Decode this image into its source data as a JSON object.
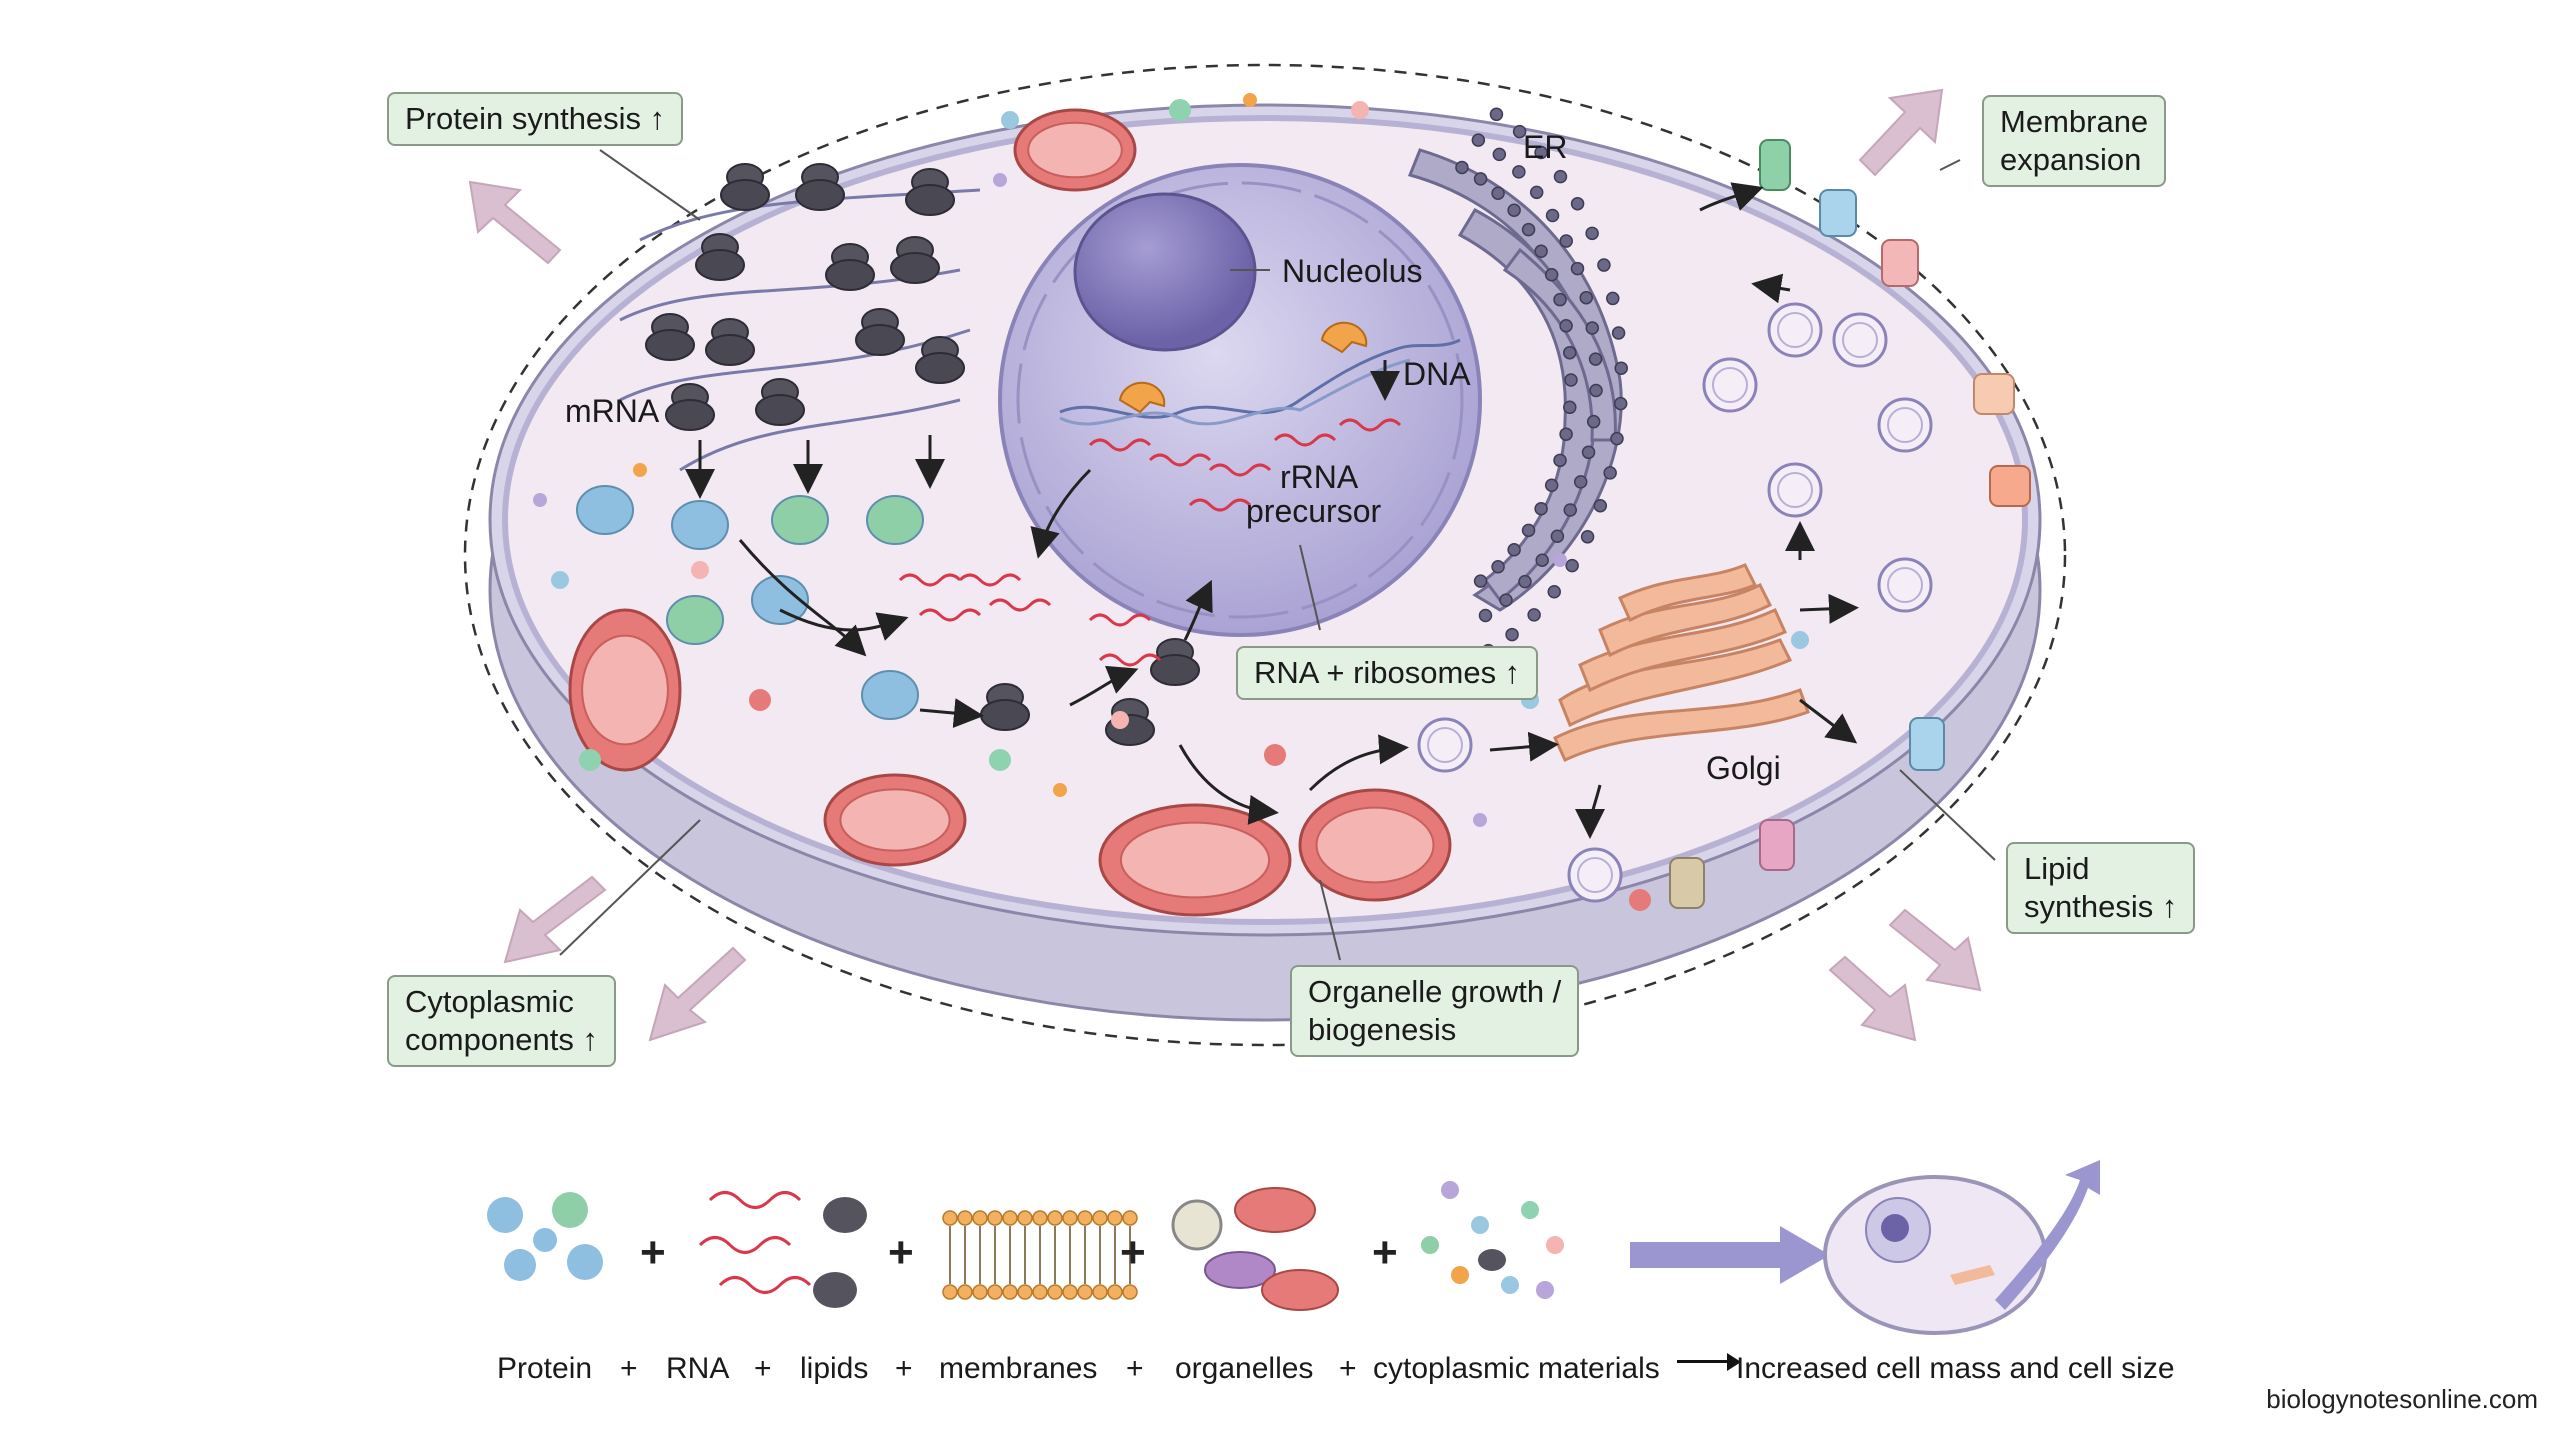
{
  "labels": {
    "nucleolus": "Nucleolus",
    "dna": "DNA",
    "er": "ER",
    "mrna": "mRNA",
    "rrna_precursor_1": "rRNA",
    "rrna_precursor_2": "precursor",
    "golgi": "Golgi"
  },
  "callouts": {
    "protein_synthesis": "Protein synthesis ↑",
    "membrane_expansion_1": "Membrane",
    "membrane_expansion_2": "expansion",
    "rna_ribosomes": "RNA + ribosomes ↑",
    "lipid_synthesis_1": "Lipid",
    "lipid_synthesis_2": "synthesis ↑",
    "cytoplasmic_1": "Cytoplasmic",
    "cytoplasmic_2": "components ↑",
    "organelle_1": "Organelle growth /",
    "organelle_2": "biogenesis"
  },
  "equation": {
    "protein": "Protein",
    "rna": "RNA",
    "lipids": "lipids",
    "membranes": "membranes",
    "organelles": "organelles",
    "cytoplasmic": "cytoplasmic materials",
    "result": "Increased cell mass and cell size",
    "plus": "+"
  },
  "credit": "biologynotesonline.com",
  "colors": {
    "cell_fill": "#f3e9f2",
    "cell_rim": "#c9c5dd",
    "nucleus": "#cdc8e6",
    "nucleolus": "#8f86c2",
    "mitochondria": "#e57a78",
    "ribosome": "#55535e",
    "protein_blue": "#8fbfe0",
    "protein_green": "#8fcfa8",
    "rna_red": "#d9374b",
    "golgi": "#f2b99a",
    "callout_bg": "#e3f1e2",
    "expansion_arrow": "#d9bfd0"
  }
}
